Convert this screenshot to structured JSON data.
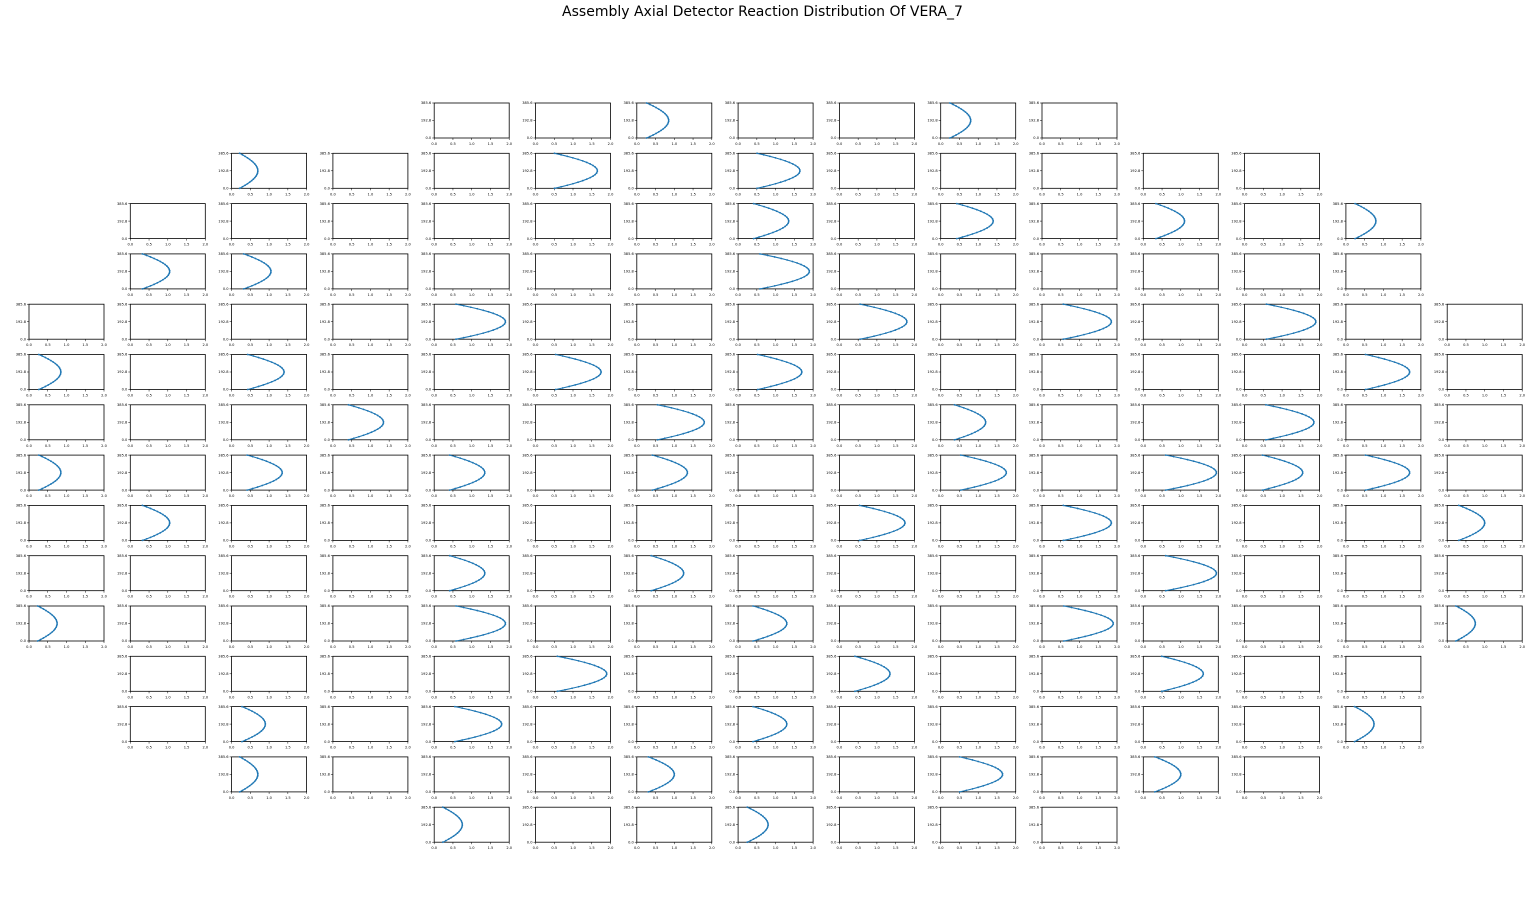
{
  "title": "Assembly Axial Detector Reaction Distribution Of VERA_7",
  "chart_data": {
    "type": "scatter",
    "title": "Assembly Axial Detector Reaction Distribution Of VERA_7",
    "xlabel": "",
    "ylabel": "",
    "xlim": [
      0,
      2.0
    ],
    "ylim": [
      0,
      385.6
    ],
    "xticks": [
      "0.0",
      "0.5",
      "1.0",
      "1.5",
      "2.0"
    ],
    "yticks": [
      "0.0",
      "192.8",
      "385.6"
    ],
    "marker_color": "#1f77b4",
    "grid": false,
    "layout": "15x15 assembly map; row r has instrumented positions from col_start to col_end",
    "rows": [
      {
        "row": 0,
        "col_start": 4,
        "col_end": 10
      },
      {
        "row": 1,
        "col_start": 2,
        "col_end": 12
      },
      {
        "row": 2,
        "col_start": 1,
        "col_end": 13
      },
      {
        "row": 3,
        "col_start": 1,
        "col_end": 13
      },
      {
        "row": 4,
        "col_start": 0,
        "col_end": 14
      },
      {
        "row": 5,
        "col_start": 0,
        "col_end": 14
      },
      {
        "row": 6,
        "col_start": 0,
        "col_end": 14
      },
      {
        "row": 7,
        "col_start": 0,
        "col_end": 14
      },
      {
        "row": 8,
        "col_start": 0,
        "col_end": 14
      },
      {
        "row": 9,
        "col_start": 0,
        "col_end": 14
      },
      {
        "row": 10,
        "col_start": 0,
        "col_end": 14
      },
      {
        "row": 11,
        "col_start": 1,
        "col_end": 13
      },
      {
        "row": 12,
        "col_start": 1,
        "col_end": 13
      },
      {
        "row": 13,
        "col_start": 2,
        "col_end": 12
      },
      {
        "row": 14,
        "col_start": 4,
        "col_end": 10
      }
    ],
    "detectors": [
      {
        "row": 0,
        "col": 6,
        "peak": 0.85
      },
      {
        "row": 0,
        "col": 9,
        "peak": 0.8
      },
      {
        "row": 1,
        "col": 2,
        "peak": 0.7
      },
      {
        "row": 1,
        "col": 5,
        "peak": 1.65
      },
      {
        "row": 1,
        "col": 7,
        "peak": 1.65
      },
      {
        "row": 2,
        "col": 7,
        "peak": 1.35
      },
      {
        "row": 2,
        "col": 9,
        "peak": 1.4
      },
      {
        "row": 2,
        "col": 11,
        "peak": 1.1
      },
      {
        "row": 2,
        "col": 13,
        "peak": 0.8
      },
      {
        "row": 3,
        "col": 1,
        "peak": 1.05
      },
      {
        "row": 3,
        "col": 2,
        "peak": 1.05
      },
      {
        "row": 3,
        "col": 7,
        "peak": 1.9
      },
      {
        "row": 4,
        "col": 4,
        "peak": 1.9
      },
      {
        "row": 4,
        "col": 8,
        "peak": 1.8
      },
      {
        "row": 4,
        "col": 10,
        "peak": 1.85
      },
      {
        "row": 4,
        "col": 12,
        "peak": 1.9
      },
      {
        "row": 5,
        "col": 0,
        "peak": 0.85
      },
      {
        "row": 5,
        "col": 2,
        "peak": 1.4
      },
      {
        "row": 5,
        "col": 5,
        "peak": 1.75
      },
      {
        "row": 5,
        "col": 7,
        "peak": 1.7
      },
      {
        "row": 5,
        "col": 13,
        "peak": 1.7
      },
      {
        "row": 6,
        "col": 3,
        "peak": 1.35
      },
      {
        "row": 6,
        "col": 6,
        "peak": 1.8
      },
      {
        "row": 6,
        "col": 9,
        "peak": 1.2
      },
      {
        "row": 6,
        "col": 12,
        "peak": 1.85
      },
      {
        "row": 7,
        "col": 0,
        "peak": 0.85
      },
      {
        "row": 7,
        "col": 2,
        "peak": 1.35
      },
      {
        "row": 7,
        "col": 4,
        "peak": 1.35
      },
      {
        "row": 7,
        "col": 6,
        "peak": 1.35
      },
      {
        "row": 7,
        "col": 9,
        "peak": 1.75
      },
      {
        "row": 7,
        "col": 11,
        "peak": 1.95
      },
      {
        "row": 7,
        "col": 12,
        "peak": 1.55
      },
      {
        "row": 7,
        "col": 13,
        "peak": 1.7
      },
      {
        "row": 8,
        "col": 1,
        "peak": 1.05
      },
      {
        "row": 8,
        "col": 8,
        "peak": 1.75
      },
      {
        "row": 8,
        "col": 10,
        "peak": 1.85
      },
      {
        "row": 8,
        "col": 14,
        "peak": 1.0
      },
      {
        "row": 9,
        "col": 4,
        "peak": 1.35
      },
      {
        "row": 9,
        "col": 6,
        "peak": 1.25
      },
      {
        "row": 9,
        "col": 11,
        "peak": 1.95
      },
      {
        "row": 10,
        "col": 0,
        "peak": 0.75
      },
      {
        "row": 10,
        "col": 4,
        "peak": 1.9
      },
      {
        "row": 10,
        "col": 7,
        "peak": 1.3
      },
      {
        "row": 10,
        "col": 10,
        "peak": 1.9
      },
      {
        "row": 10,
        "col": 14,
        "peak": 0.75
      },
      {
        "row": 11,
        "col": 5,
        "peak": 1.9
      },
      {
        "row": 11,
        "col": 8,
        "peak": 1.35
      },
      {
        "row": 11,
        "col": 11,
        "peak": 1.6
      },
      {
        "row": 12,
        "col": 2,
        "peak": 0.9
      },
      {
        "row": 12,
        "col": 4,
        "peak": 1.8
      },
      {
        "row": 12,
        "col": 7,
        "peak": 1.3
      },
      {
        "row": 12,
        "col": 13,
        "peak": 0.75
      },
      {
        "row": 13,
        "col": 2,
        "peak": 0.7
      },
      {
        "row": 13,
        "col": 6,
        "peak": 1.0
      },
      {
        "row": 13,
        "col": 9,
        "peak": 1.65
      },
      {
        "row": 13,
        "col": 11,
        "peak": 1.0
      },
      {
        "row": 14,
        "col": 4,
        "peak": 0.75
      },
      {
        "row": 14,
        "col": 7,
        "peak": 0.8
      }
    ]
  }
}
